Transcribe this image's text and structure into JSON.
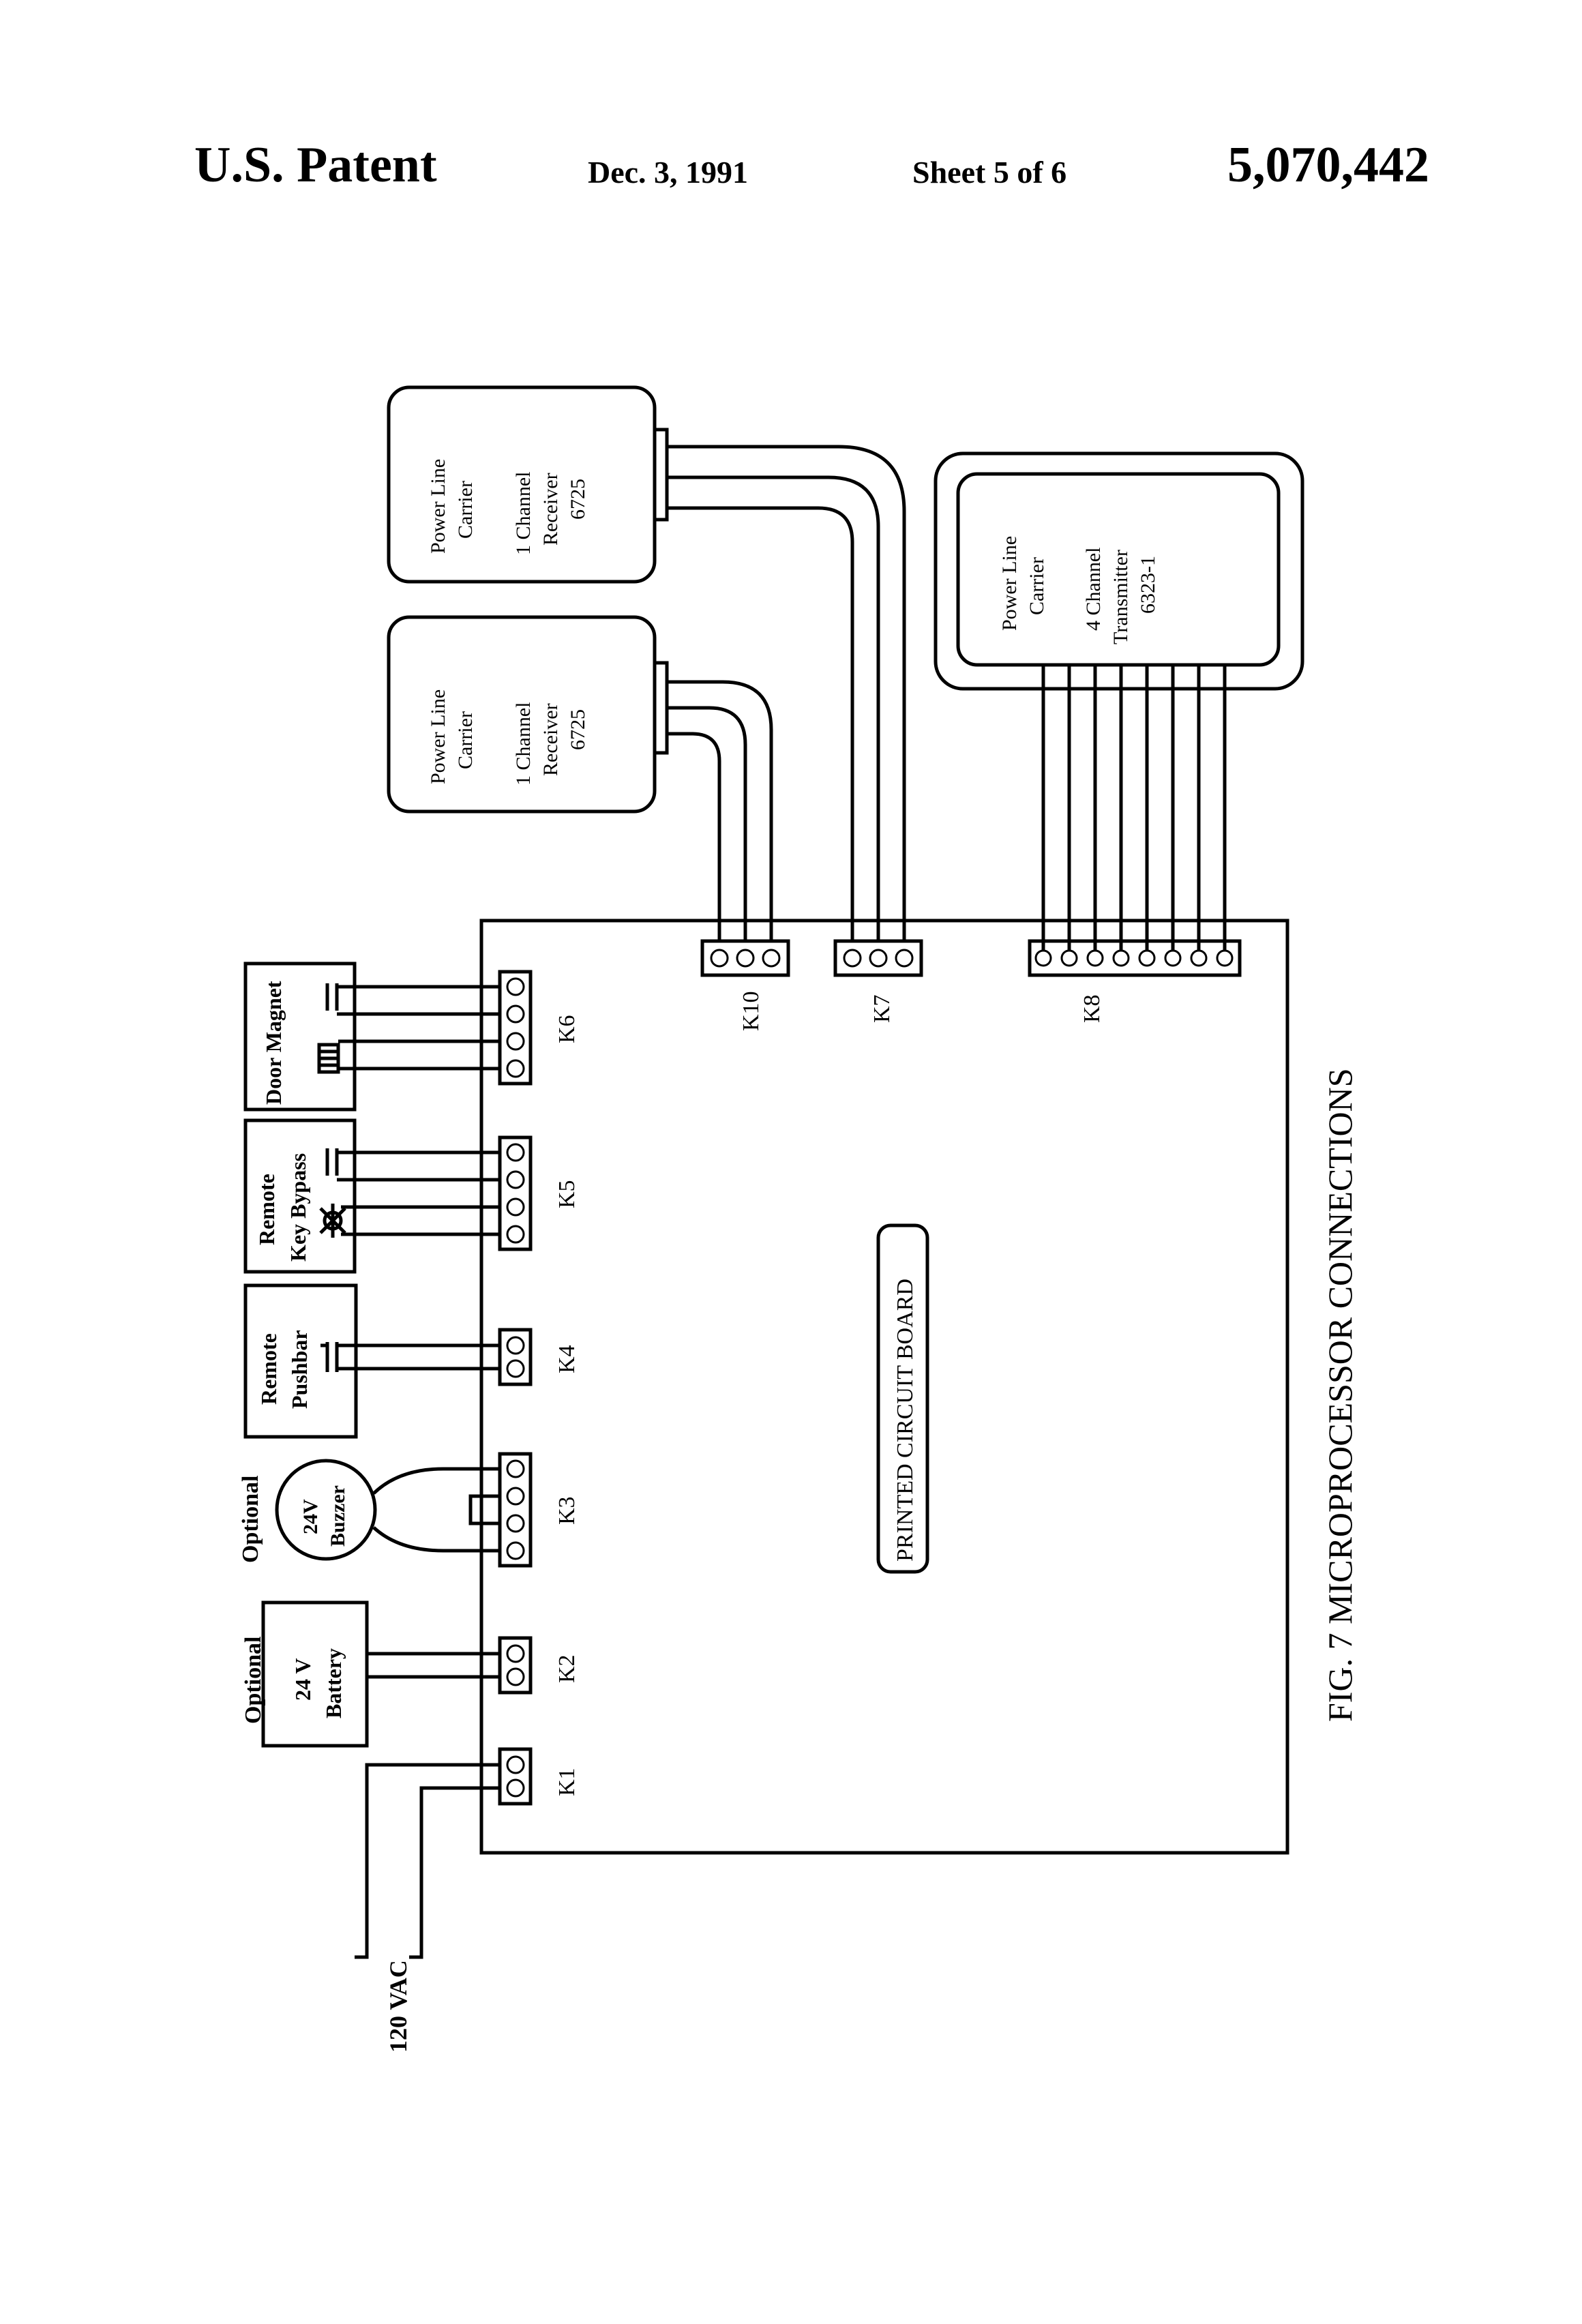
{
  "header": {
    "patent": "U.S. Patent",
    "date": "Dec. 3, 1991",
    "sheet": "Sheet 5 of 6",
    "number": "5,070,442"
  },
  "figure": {
    "caption": "FIG. 7  MICROPROCESSOR CONNECTIONS",
    "board_label": "PRINTED CIRCUIT BOARD",
    "power_label": "120 VAC",
    "connectors": {
      "k1": "K1",
      "k2": "K2",
      "k3": "K3",
      "k4": "K4",
      "k5": "K5",
      "k6": "K6",
      "k7": "K7",
      "k8": "K8",
      "k10": "K10"
    },
    "devices": {
      "battery": {
        "tag": "Optional",
        "line1": "24 V",
        "line2": "Battery"
      },
      "buzzer": {
        "tag": "Optional",
        "line1": "24V",
        "line2": "Buzzer"
      },
      "pushbar": {
        "line1": "Remote",
        "line2": "Pushbar"
      },
      "keybypass": {
        "line1": "Remote",
        "line2": "Key Bypass"
      },
      "doormagnet": {
        "line1": "Door Magnet"
      },
      "receiver_a": {
        "line1": "Power Line",
        "line2": "Carrier",
        "line3": "1 Channel",
        "line4": "Receiver",
        "line5": "6725"
      },
      "receiver_b": {
        "line1": "Power Line",
        "line2": "Carrier",
        "line3": "1 Channel",
        "line4": "Receiver",
        "line5": "6725"
      },
      "transmitter": {
        "line1": "Power Line",
        "line2": "Carrier",
        "line3": "4 Channel",
        "line4": "Transmitter",
        "line5": "6323-1"
      }
    }
  }
}
